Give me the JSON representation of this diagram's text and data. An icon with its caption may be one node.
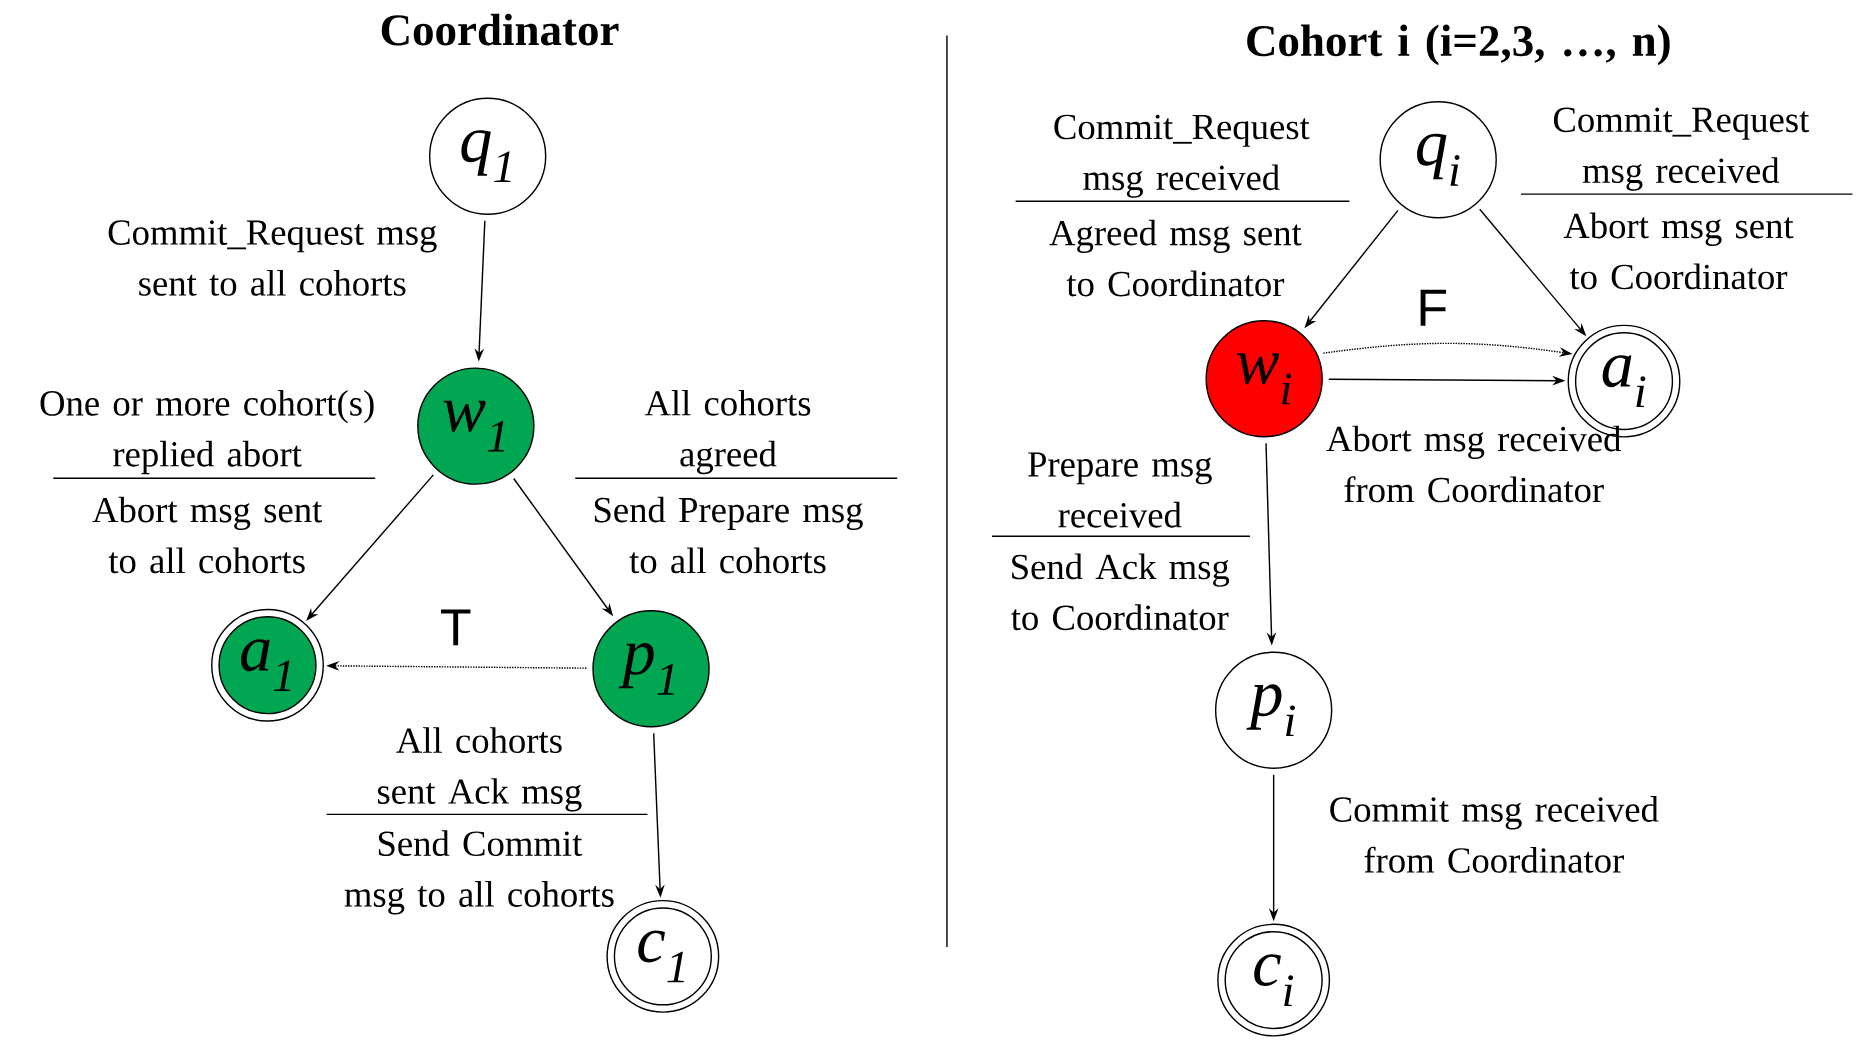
{
  "diagram": {
    "nodes": [
      {
        "text": [
          "q$_{1}$"
        ]
      },
      {
        "text": [
          "w$_{1}$"
        ]
      },
      {
        "text": [
          "a$_{1}$"
        ]
      },
      {
        "text": [
          "p$_{1}$"
        ]
      },
      {
        "text": [
          "c$_{1}$"
        ]
      },
      {
        "text": [
          "q$_{i}$"
        ]
      },
      {
        "text": [
          "w$_{i}$"
        ]
      },
      {
        "text": [
          "a$_{i}$"
        ]
      },
      {
        "text": [
          "p$_{i}$"
        ]
      },
      {
        "text": [
          "c$_{i}$"
        ]
      }
    ],
    "edges": [
      {
        "from": 0,
        "to": 1,
        "arrow": "to",
        "label": "Commit_Request msg sent to all cohorts"
      },
      {
        "from": 1,
        "to": 2,
        "arrow": "to",
        "label": "One or more cohort(s) replied abort"
      },
      {
        "from": 1,
        "to": 3,
        "arrow": "to",
        "label": "All cohorts agreed"
      },
      {
        "from": 3,
        "to": 2,
        "arrow": "to",
        "label": "T",
        "style": "dashed"
      },
      {
        "from": 3,
        "to": 4,
        "arrow": "to",
        "label": "All cohorts sent Ack msg"
      },
      {
        "from": 5,
        "to": 6,
        "arrow": "to",
        "label": "Commit_Request msg received"
      },
      {
        "from": 5,
        "to": 7,
        "arrow": "to",
        "label": "Commit_Request msg received"
      },
      {
        "from": 6,
        "to": 7,
        "arrow": "to",
        "label": "F",
        "style": "dashed"
      },
      {
        "from": 6,
        "to": 7,
        "arrow": "to",
        "label": "Abort msg received from Coordinator"
      },
      {
        "from": 6,
        "to": 8,
        "arrow": "to",
        "label": "Prepare msg received"
      },
      {
        "from": 8,
        "to": 9,
        "arrow": "to",
        "label": "Commit msg received from Coordinator"
      }
    ],
    "labels": [
      "Coordinator",
      "Cohort i (i=2,3, …, n)",
      "Abort msg sent to all cohorts",
      "Send Prepare msg to all cohorts",
      "Send Commit msg to all cohorts",
      "Agreed msg sent to Coordinator",
      "Abort msg sent to Coordinator",
      "Send Ack msg to Coordinator"
    ]
  }
}
